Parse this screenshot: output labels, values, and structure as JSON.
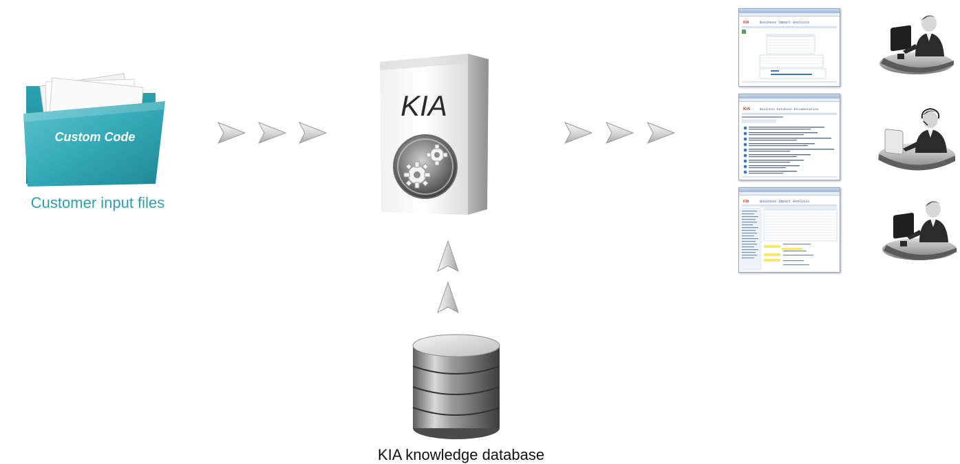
{
  "folder": {
    "tab_text": "Custom Code",
    "caption": "Customer input files"
  },
  "box": {
    "title": "KIA"
  },
  "database": {
    "caption": "KIA knowledge database"
  },
  "reports": [
    {
      "heading": "Business Impact Analysis"
    },
    {
      "heading": "Business Database Documentation"
    },
    {
      "heading": "Business Impact Analysis"
    }
  ],
  "colors": {
    "folder_teal": "#2a9aa8",
    "caption_teal": "#2aa0b0",
    "arrow_gray": "#c8c8c8"
  }
}
